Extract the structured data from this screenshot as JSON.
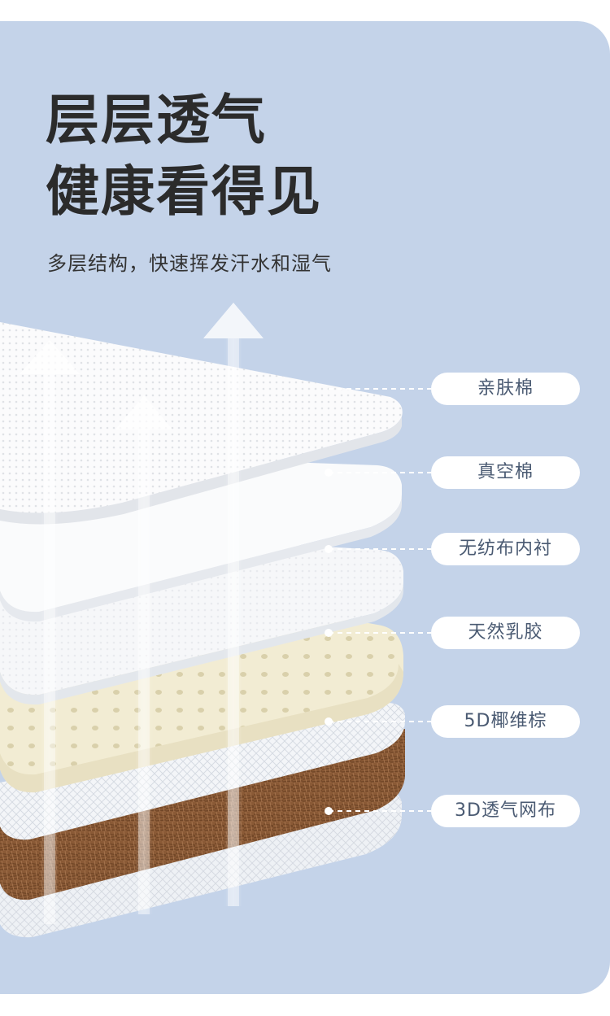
{
  "headline": {
    "line1": "层层透气",
    "line2": "健康看得见"
  },
  "subtitle": "多层结构，快速挥发汗水和湿气",
  "layers": [
    {
      "label": "亲肤棉"
    },
    {
      "label": "真空棉"
    },
    {
      "label": "无纺布内衬"
    },
    {
      "label": "天然乳胶"
    },
    {
      "label": "5D椰维棕"
    },
    {
      "label": "3D透气网布"
    }
  ],
  "colors": {
    "background": "#c4d3e9",
    "headline": "#2b2b2b",
    "label_text": "#4a5a72",
    "latex": "#f2ecd3",
    "coir": "#8a5a36"
  }
}
